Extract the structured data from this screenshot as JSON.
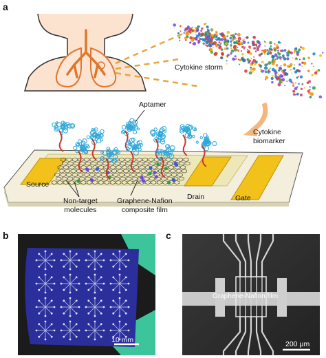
{
  "panels": {
    "a": {
      "letter": "a",
      "labels": {
        "cytokine_storm": "Cytokine storm",
        "aptamer": "Aptamer",
        "cytokine_biomarker": "Cytokine\nbiomarker",
        "source": "Source",
        "drain": "Drain",
        "gate": "Gate",
        "non_target": "Non-target\nmolecules",
        "composite_film": "Graphene-Nafion\ncomposite film"
      },
      "colors": {
        "pad_gold": "#f2c21b",
        "substrate": "#efe9c6",
        "lung": "#e0762c",
        "protein": "#2fa7d9",
        "aptamer_strand": "#c7352a"
      }
    },
    "b": {
      "letter": "b",
      "scale_bar": "10 mm",
      "colors": {
        "chip": "#2a2f9c",
        "glove": "#3cc49a"
      }
    },
    "c": {
      "letter": "c",
      "film_label": "Graphene-Nafion film",
      "scale_bar": "200 μm"
    }
  }
}
